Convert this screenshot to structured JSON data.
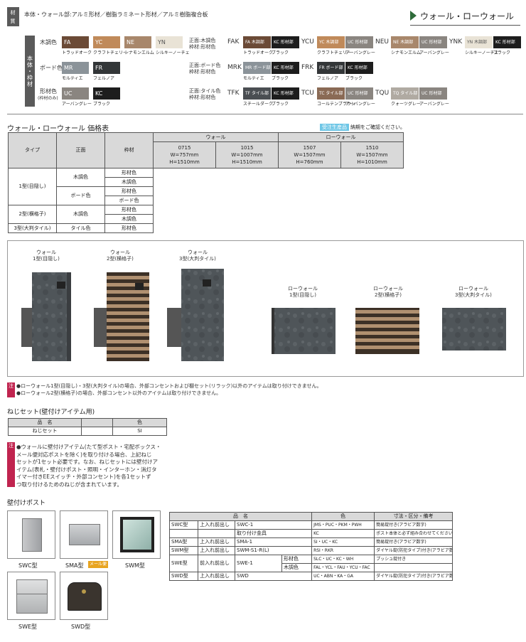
{
  "material": {
    "tag": "材質",
    "desc": "本体・ウォール部:アルミ形材／樹脂ラミネート形材／アルミ樹脂複合板",
    "side": "本体・枠材",
    "title": "ウォール・ローウォール"
  },
  "rows": {
    "wood": "木調色",
    "board": "ボード色",
    "frame": "形材色",
    "frame_sub": "(枠材のみ)"
  },
  "wood_sw": [
    {
      "code": "FA",
      "name": "トラッドオーク",
      "color": "#6b4a36"
    },
    {
      "code": "YC",
      "name": "クラフトチェリー",
      "color": "#c08a5a"
    },
    {
      "code": "NE",
      "name": "シナモンエルム",
      "color": "#a8876b"
    },
    {
      "code": "YN",
      "name": "シルキーノーチェ",
      "color": "#e9e3d6"
    }
  ],
  "board_sw": [
    {
      "code": "MR",
      "name": "モルティエ",
      "color": "#8b9399"
    },
    {
      "code": "FR",
      "name": "フェルノア",
      "color": "#333638"
    }
  ],
  "frame_sw": [
    {
      "code": "UC",
      "name": "アーバングレー",
      "color": "#8a8580"
    },
    {
      "code": "KC",
      "name": "ブラック",
      "color": "#1d1d1d"
    }
  ],
  "front_wood": "正面:木調色\n枠材:形材色",
  "front_board": "正面:ボード色\n枠材:形材色",
  "front_tile": "正面:タイル色\n枠材:形材色",
  "combos_wood": [
    {
      "code": "FAK",
      "a": "FA 木調部",
      "b": "KC 形材部",
      "an": "トラッドオーク",
      "bn": "ブラック",
      "ac": "#6b4a36",
      "bc": "#1d1d1d"
    },
    {
      "code": "YCU",
      "a": "YC 木調部",
      "b": "UC 形材部",
      "an": "クラフトチェリー",
      "bn": "アーバングレー",
      "ac": "#c08a5a",
      "bc": "#8a8580"
    },
    {
      "code": "NEU",
      "a": "NE 木調部",
      "b": "UC 形材部",
      "an": "シナモンエルム",
      "bn": "アーバングレー",
      "ac": "#a8876b",
      "bc": "#8a8580"
    },
    {
      "code": "YNK",
      "a": "YN 木調部",
      "b": "KC 形材部",
      "an": "シルキーノーチェ",
      "bn": "ブラック",
      "ac": "#e9e3d6",
      "bc": "#1d1d1d"
    }
  ],
  "combos_board": [
    {
      "code": "MRK",
      "a": "MR ボード部",
      "b": "KC 形材部",
      "an": "モルティエ",
      "bn": "ブラック",
      "ac": "#8b9399",
      "bc": "#1d1d1d"
    },
    {
      "code": "FRK",
      "a": "FR ボード部",
      "b": "KC 形材部",
      "an": "フェルノア",
      "bn": "ブラック",
      "ac": "#333638",
      "bc": "#1d1d1d"
    }
  ],
  "combos_tile": [
    {
      "code": "TFK",
      "a": "TF タイル部",
      "b": "KC 形材部",
      "an": "スチールダーク",
      "bn": "ブラック",
      "ac": "#4a4e52",
      "bc": "#1d1d1d"
    },
    {
      "code": "TCU",
      "a": "TC タイル部",
      "b": "UC 形材部",
      "an": "コールテンブラウン",
      "bn": "アーバングレー",
      "ac": "#8a6a55",
      "bc": "#8a8580"
    },
    {
      "code": "TQU",
      "a": "TQ タイル部",
      "b": "UC 形材部",
      "an": "クォーツグレー",
      "bn": "アーバングレー",
      "ac": "#b0aaa2",
      "bc": "#8a8580"
    }
  ],
  "price": {
    "title": "ウォール・ローウォール 価格表",
    "badge": "受注生産品",
    "note": "納期をご確認ください。",
    "h_type": "タイプ",
    "h_front": "正面",
    "h_frame": "枠材",
    "h_wall": "ウォール",
    "h_low": "ローウォール",
    "cols": [
      {
        "code": "0715",
        "w": "W=757mm",
        "h": "H=1510mm"
      },
      {
        "code": "1015",
        "w": "W=1007mm",
        "h": "H=1510mm"
      },
      {
        "code": "1507",
        "w": "W=1507mm",
        "h": "H=760mm"
      },
      {
        "code": "1510",
        "w": "W=1507mm",
        "h": "H=1010mm"
      }
    ],
    "type1": "1型(目隠し)",
    "type2": "2型(横格子)",
    "type3": "3型(大判タイル)",
    "wood": "木調色",
    "board": "ボード色",
    "tile": "タイル色",
    "frame": "形材色"
  },
  "illus": {
    "w1": "ウォール\n1型(目隠し)",
    "w2": "ウォール\n2型(横格子)",
    "w3": "ウォール\n3型(大判タイル)",
    "l1": "ローウォール\n1型(目隠し)",
    "l2": "ローウォール\n2型(横格子)",
    "l3": "ローウォール\n3型(大判タイル)"
  },
  "notes1": {
    "tag": "注",
    "l1": "●ローウォール1型(目隠し)・3型(大判タイル)の場合、外部コンセントおよび棚セット(リラック)以外のアイテムは取り付けできません。",
    "l2": "●ローウォール2型(横格子)の場合、外部コンセント以外のアイテムは取り付けできません。"
  },
  "screw": {
    "title": "ねじセット(壁付けアイテム用)",
    "h1": "品　名",
    "h2": "色",
    "name": "ねじセット",
    "color": "SI"
  },
  "notes2": {
    "tag": "注",
    "lines": [
      "●ウォールに壁付けアイテム(たて型ポスト・宅配ボックス・",
      "メール便対応ポストを除く)を取り付ける場合、上記ねじ",
      "セットが1セット必要です。なお、ねじセットには壁付けア",
      "イテム(表札・壁付けポスト・照明・インターホン・消灯タ",
      "イマー付きEEスイッチ・外部コンセント)を各1セットず",
      "つ取り付けるためのねじが含まれています。"
    ]
  },
  "post": {
    "title": "壁付けポスト",
    "caps": [
      "SWC型",
      "SMA型",
      "SWM型",
      "SWE型",
      "SWD型"
    ],
    "mailbadge": "メール便",
    "h_name": "品　名",
    "h_color": "色",
    "h_spec": "寸法・区分・備考",
    "rows": [
      {
        "t": "SWC型",
        "o": "上入れ前出し",
        "m": "SWC-1",
        "c": "JMS・PUC・PKM・PWH",
        "s": "簡易錠付き(アラビア数字)"
      },
      {
        "t": "",
        "o": "",
        "m": "取り付け金具",
        "c": "KC",
        "s": "ポスト本体と必ず組み合わせてください。"
      },
      {
        "t": "SMA型",
        "o": "上入れ前出し",
        "m": "SMA-1",
        "c": "SI・UC・KC",
        "s": "簡易錠付き(アラビア数字)"
      },
      {
        "t": "SWM型",
        "o": "上入れ前出し",
        "m": "SWM-S1-R(L)",
        "c": "RSI・RKR",
        "s": "ダイヤル錠(防犯タイプ)付き(アラビア数字)"
      },
      {
        "t": "SWE型",
        "o": "前入れ前出し",
        "m": "SWE-1",
        "x": "形材色",
        "c": "SLC・UC・KC・WH",
        "s": "プッシュ錠付き"
      },
      {
        "t": "",
        "o": "",
        "m": "",
        "x": "木調色",
        "c": "FAL・YCL・FAU・YCU・FAC",
        "s": ""
      },
      {
        "t": "SWD型",
        "o": "上入れ前出し",
        "m": "SWD",
        "c": "UC・ABN・KA・GA",
        "s": "ダイヤル錠(防犯タイプ)付き(アラビア数字)"
      }
    ]
  }
}
